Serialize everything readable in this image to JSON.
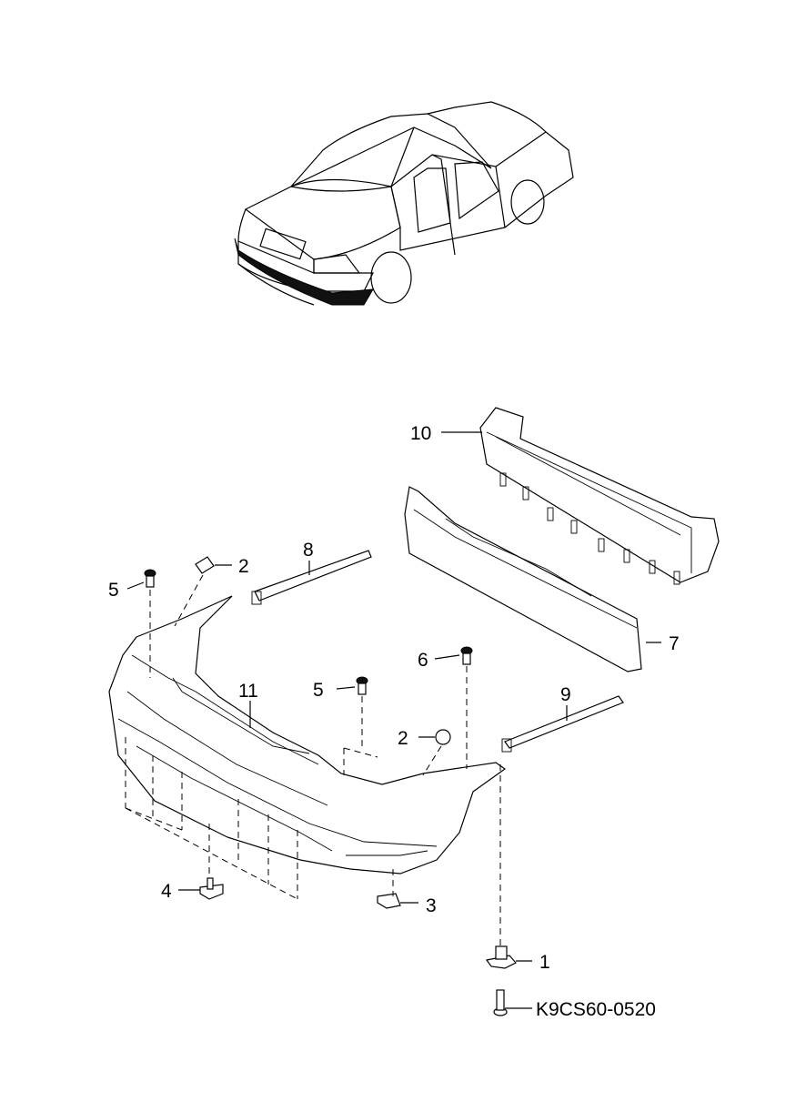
{
  "diagram": {
    "labels": {
      "l1": "1",
      "l2a": "2",
      "l2b": "2",
      "l3": "3",
      "l4": "4",
      "l5a": "5",
      "l5b": "5",
      "l6": "6",
      "l7": "7",
      "l8": "8",
      "l9": "9",
      "l10": "10",
      "l11": "11"
    },
    "part_code": "K9CS60-0520"
  }
}
